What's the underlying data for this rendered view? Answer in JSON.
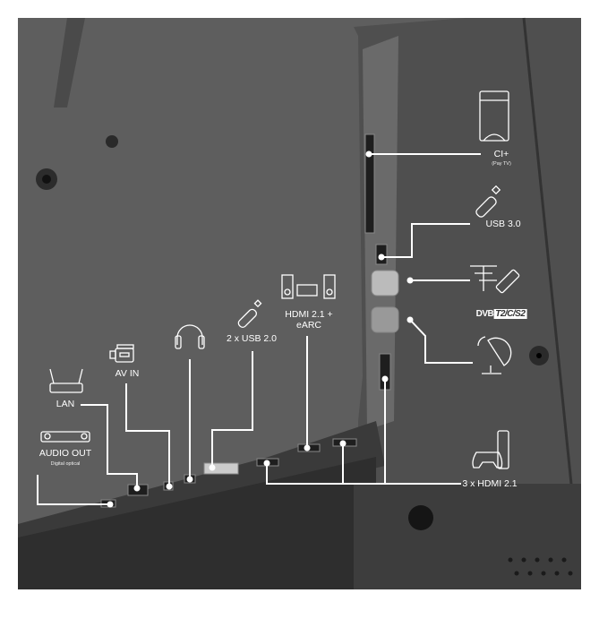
{
  "ports": {
    "ci": {
      "label": "CI+",
      "sub": "(Pay TV)",
      "icon": "ci-card-icon"
    },
    "usb3": {
      "label": "USB 3.0",
      "icon": "usb-stick-icon"
    },
    "antenna": {
      "icon": "antenna-cable-icon",
      "dvb_prefix": "DVB",
      "dvb_standards": "T2/C/S2"
    },
    "satellite": {
      "icon": "satellite-dish-icon"
    },
    "hdmi": {
      "label": "3 x HDMI 2.1",
      "icon": "game-console-icon"
    },
    "earc": {
      "label_line1": "HDMI 2.1 +",
      "label_line2": "eARC",
      "icon": "soundbar-speakers-icon"
    },
    "usb2": {
      "label": "2 x USB 2.0",
      "icon": "usb-stick-icon"
    },
    "headphone": {
      "icon": "headphones-icon"
    },
    "avin": {
      "label": "AV IN",
      "icon": "camcorder-icon"
    },
    "lan": {
      "label": "LAN",
      "icon": "router-icon"
    },
    "audio_out": {
      "label": "AUDIO OUT",
      "sub": "Digital optical",
      "icon": "optical-audio-icon"
    }
  },
  "colors": {
    "panel": "#5b5b5b",
    "bezel": "#2e2e2e",
    "line": "#ffffff"
  }
}
